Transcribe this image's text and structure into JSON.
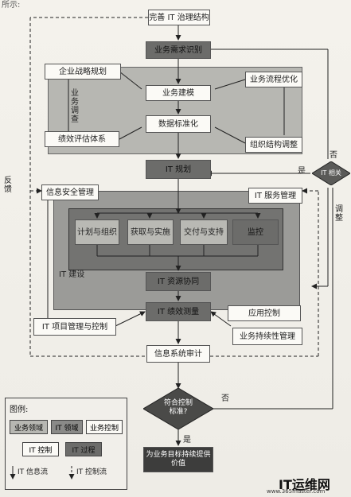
{
  "corner_text": "所示:",
  "nodes": {
    "top": "完善 IT 治理结构",
    "business_needs": "业务需求识别",
    "strategy": "企业战略规划",
    "process_opt": "业务流程优化",
    "modeling": "业务建模",
    "standardization": "数据标准化",
    "survey": "业务调查",
    "perf_eval": "绩效评估体系",
    "org_adjust": "组织结构调整",
    "it_plan": "IT 规划",
    "it_related": "IT 相关",
    "info_security": "信息安全管理",
    "it_service": "IT 服务管理",
    "plan_org": "计划与组织",
    "acquire": "获取与实施",
    "deliver": "交付与支持",
    "monitor": "监控",
    "it_construction": "IT 建设",
    "resource": "IT 资源协同",
    "perf_measure": "IT 绩效测量",
    "app_control": "应用控制",
    "project_mgmt": "IT 项目管理与控制",
    "continuity": "业务持续性管理",
    "audit": "信息系统审计",
    "decision": "符合控制标准?",
    "value": "为业务目标持续提供价值"
  },
  "edge_labels": {
    "yes_it": "是",
    "no_it": "否",
    "feedback": "反馈",
    "adjust": "调整",
    "no_decision": "否",
    "yes_decision": "是"
  },
  "legend": {
    "title": "图例:",
    "items": [
      "业务领域",
      "IT 领域",
      "业务控制",
      "IT 控制",
      "IT 过程"
    ],
    "info_flow": "IT 信息流",
    "control_flow": "IT 控制流"
  },
  "watermark": {
    "main": "IT运维网",
    "url": "www.365master.com"
  }
}
